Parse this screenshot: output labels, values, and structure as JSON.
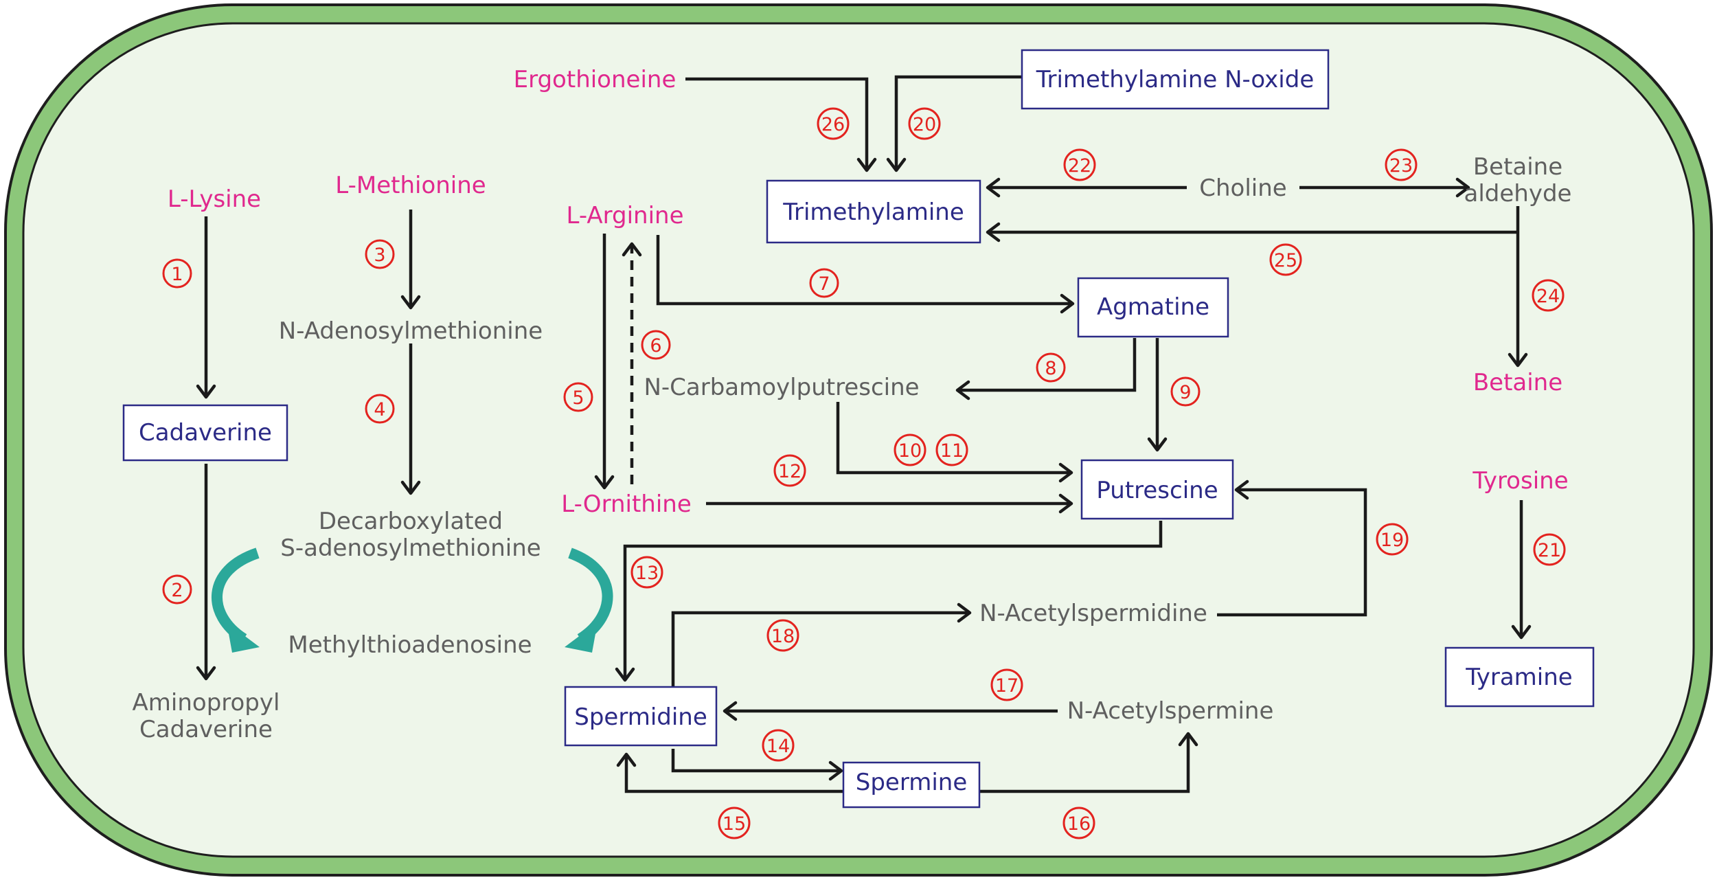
{
  "compounds": {
    "l_lysine": "L-Lysine",
    "l_methionine": "L-Methionine",
    "n_adenosylmethionine": "N-Adenosylmethionine",
    "decarboxylated_line1": "Decarboxylated",
    "decarboxylated_line2": "S-adenosylmethionine",
    "methylthioadenosine": "Methylthioadenosine",
    "aminopropyl_line1": "Aminopropyl",
    "aminopropyl_line2": "Cadaverine",
    "cadaverine": "Cadaverine",
    "l_arginine": "L-Arginine",
    "l_ornithine": "L-Ornithine",
    "ergothioneine": "Ergothioneine",
    "trimethylamine_n_oxide": "Trimethylamine N-oxide",
    "trimethylamine": "Trimethylamine",
    "choline": "Choline",
    "betaine_aldehyde_line1": "Betaine",
    "betaine_aldehyde_line2": "aldehyde",
    "betaine": "Betaine",
    "agmatine": "Agmatine",
    "n_carbamoylputrescine": "N-Carbamoylputrescine",
    "putrescine": "Putrescine",
    "tyrosine": "Tyrosine",
    "tyramine": "Tyramine",
    "spermidine": "Spermidine",
    "n_acetylspermidine": "N-Acetylspermidine",
    "n_acetylspermine": "N-Acetylspermine",
    "spermine": "Spermine"
  },
  "steps": [
    "1",
    "2",
    "3",
    "4",
    "5",
    "6",
    "7",
    "8",
    "9",
    "10",
    "11",
    "12",
    "13",
    "14",
    "15",
    "16",
    "17",
    "18",
    "19",
    "20",
    "21",
    "22",
    "23",
    "24",
    "25",
    "26"
  ],
  "colors": {
    "cell_wall": "#8cc77a",
    "cytoplasm": "#eef6ea",
    "substrate_text": "#e0288e",
    "intermediate_text": "#5f5f5f",
    "product_text": "#2b2a86",
    "step_number": "#e3231f",
    "curved_arrow": "#2ba89a"
  }
}
